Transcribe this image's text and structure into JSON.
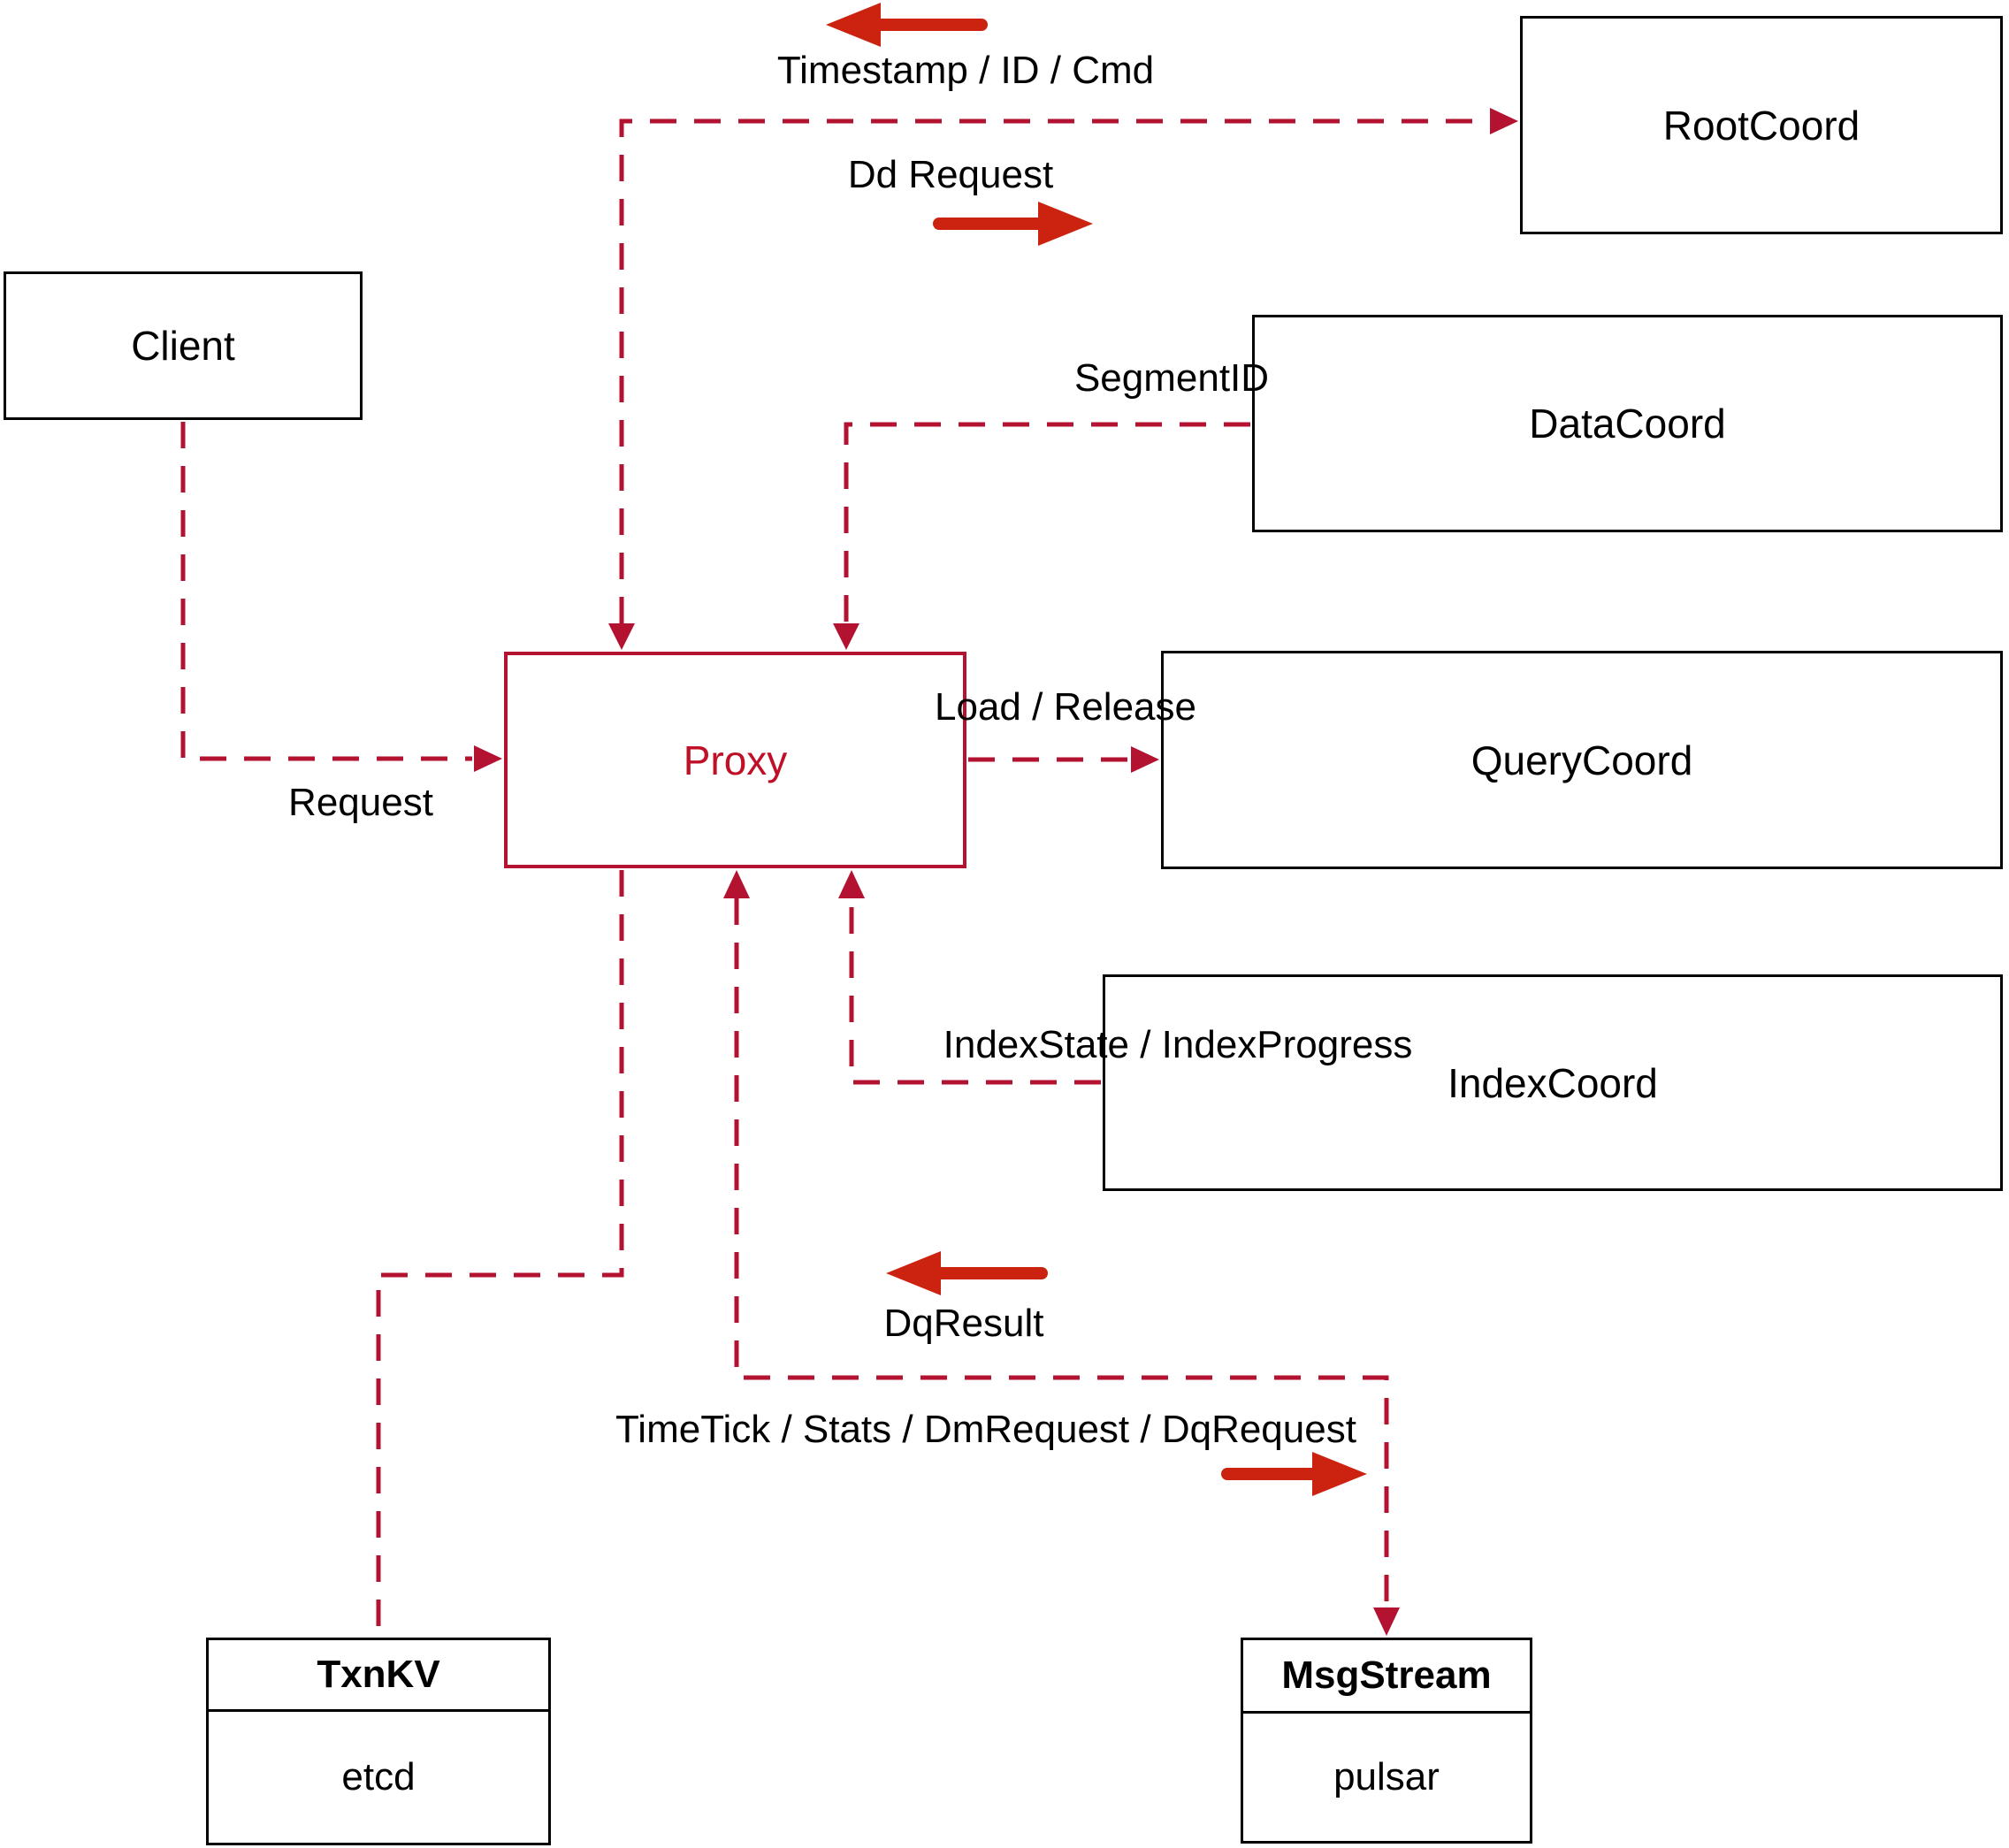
{
  "diagram": {
    "nodes": {
      "client": {
        "label": "Client"
      },
      "proxy": {
        "label": "Proxy"
      },
      "rootcoord": {
        "label": "RootCoord"
      },
      "datacoord": {
        "label": "DataCoord"
      },
      "querycoord": {
        "label": "QueryCoord"
      },
      "indexcoord": {
        "label": "IndexCoord"
      },
      "txnkv": {
        "title": "TxnKV",
        "subtitle": "etcd"
      },
      "msgstream": {
        "title": "MsgStream",
        "subtitle": "pulsar"
      }
    },
    "edges": {
      "proxy_rootcoord_return": "Timestamp / ID / Cmd",
      "proxy_rootcoord_send": "Dd Request",
      "datacoord_proxy": "SegmentID",
      "proxy_querycoord": "Load / Release",
      "indexcoord_proxy": "IndexState / IndexProgress",
      "msgstream_proxy_return": "DqResult",
      "proxy_msgstream_send": "TimeTick / Stats / DmRequest / DqRequest",
      "client_proxy": "Request"
    },
    "colors": {
      "connector": "#b31230",
      "solid_arrow": "#cc2310",
      "proxy_accent": "#bf1028",
      "box_border": "#000000",
      "text": "#000000"
    }
  }
}
